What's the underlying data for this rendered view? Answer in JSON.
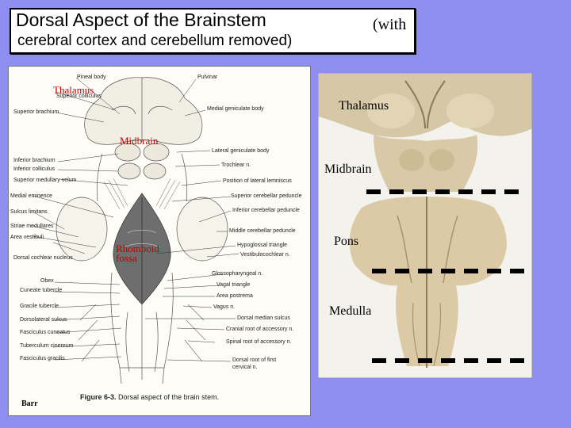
{
  "title": {
    "main": "Dorsal Aspect of the Brainstem",
    "paren": "(with",
    "sub": "cerebral cortex and cerebellum removed)"
  },
  "diagram": {
    "red_labels": {
      "thalamus": "Thalamus",
      "midbrain": "Midbrain",
      "rhomboid_line1": "Rhomboid",
      "rhomboid_line2": "fossa"
    },
    "left_labels": [
      "Pineal body",
      "Superior colliculus",
      "Superior brachium",
      "Inferior brachium",
      "Inferior colliculus",
      "Superior medullary velum",
      "Medial eminence",
      "Sulcus limitans",
      "Striae medullares",
      "Area vestibuli",
      "Dorsal cochlear nucleus",
      "Obex",
      "Cuneate tubercle",
      "Gracile tubercle",
      "Dorsolateral sulcus",
      "Fasciculus cuneatus",
      "Tuberculum cinereum",
      "Fasciculus gracilis"
    ],
    "right_labels": [
      "Pulvinar",
      "Medial geniculate body",
      "Lateral geniculate body",
      "Trochlear n.",
      "Position of lateral lemniscus",
      "Superior cerebellar peduncle",
      "Inferior cerebellar peduncle",
      "Middle cerebellar peduncle",
      "Hypoglossal triangle",
      "Vestibulocochlear n.",
      "Glossopharyngeal n.",
      "Vagal triangle",
      "Area postrema",
      "Vagus n.",
      "Dorsal median sulcus",
      "Cranial root of accessory n.",
      "Spinal root of accessory n.",
      "Dorsal root of first cervical n."
    ],
    "caption_bold": "Figure 6-3.",
    "caption_text": "Dorsal aspect of the brain stem.",
    "credit": "Barr"
  },
  "photo": {
    "labels": {
      "thalamus": "Thalamus",
      "midbrain": "Midbrain",
      "pons": "Pons",
      "medulla": "Medulla"
    }
  },
  "colors": {
    "background": "#8e8ef0",
    "red_label": "#c00000",
    "tissue": "#d8c9a8"
  }
}
